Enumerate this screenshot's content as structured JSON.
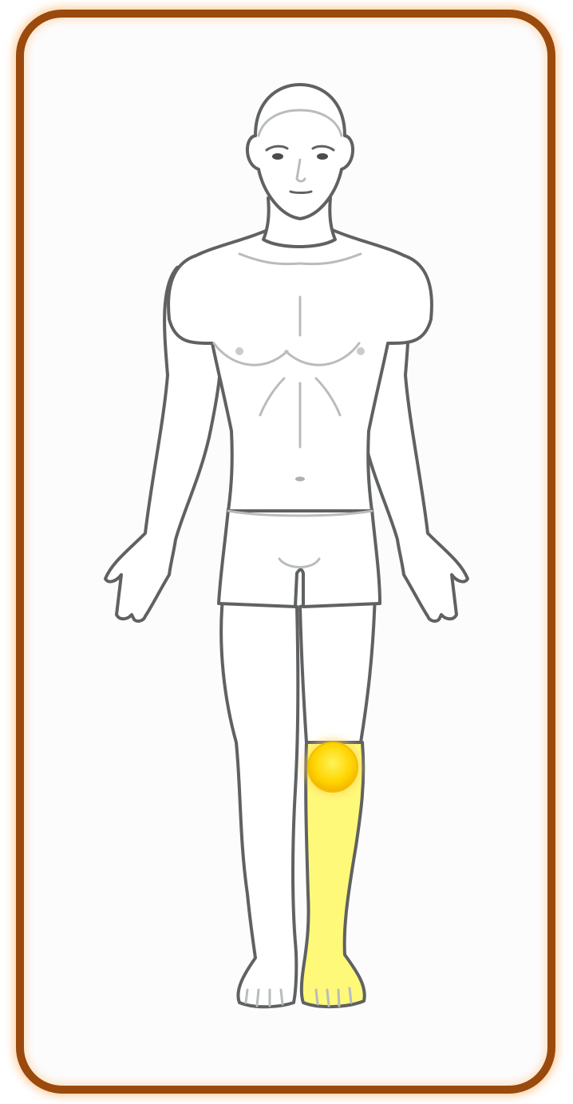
{
  "diagram": {
    "type": "body-map",
    "view": "front",
    "highlighted_region": "lower-leg",
    "marker": "knee"
  },
  "colors": {
    "frame_border": "#9a4a0d",
    "frame_glow": "#ffb266",
    "body_outline": "#5f6162",
    "body_fill": "#ffffff",
    "highlight_fill": "#fff97a",
    "marker_fill": "#ffd700"
  }
}
